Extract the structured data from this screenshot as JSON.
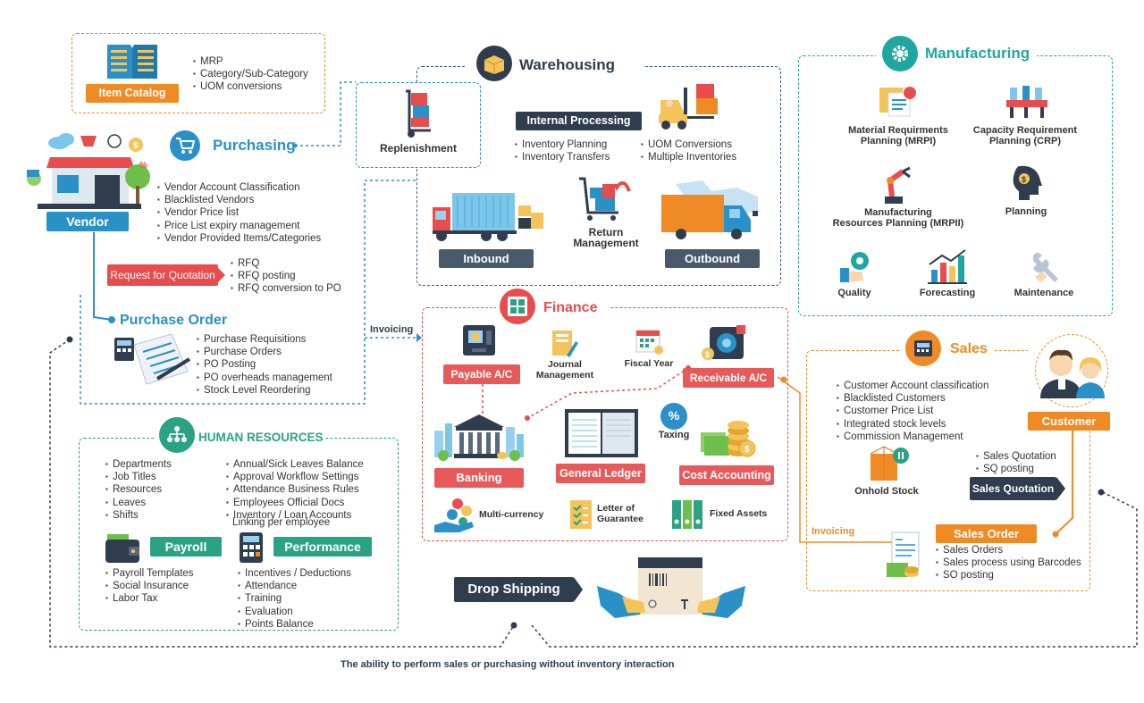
{
  "item_catalog": {
    "label": "Item Catalog",
    "bullets": [
      "MRP",
      "Category/Sub-Category",
      "UOM conversions"
    ]
  },
  "purchasing": {
    "title": "Purchasing",
    "vendor_label": "Vendor",
    "vendor_bullets": [
      "Vendor Account Classification",
      "Blacklisted Vendors",
      "Vendor Price list",
      "Price List expiry management",
      "Vendor Provided Items/Categories"
    ],
    "rfq_label": "Request for Quotation",
    "rfq_bullets": [
      "RFQ",
      "RFQ posting",
      "RFQ conversion to PO"
    ],
    "po_title": "Purchase Order",
    "po_bullets": [
      "Purchase Requisitions",
      "Purchase Orders",
      "PO Posting",
      "PO overheads management",
      "Stock Level Reordering"
    ]
  },
  "warehousing": {
    "title": "Warehousing",
    "replenishment": "Replenishment",
    "internal_processing": "Internal Processing",
    "ip_bullets_left": [
      "Inventory Planning",
      "Inventory Transfers"
    ],
    "ip_bullets_right": [
      "UOM Conversions",
      "Multiple Inventories"
    ],
    "inbound": "Inbound",
    "return_management": "Return\nManagement",
    "outbound": "Outbound"
  },
  "manufacturing": {
    "title": "Manufacturing",
    "items": [
      "Material Requirments\nPlanning (MRPI)",
      "Capacity Requirement\nPlanning (CRP)",
      "Manufacturing\nResources Planning (MRPII)",
      "Planning",
      "Quality",
      "Forecasting",
      "Maintenance"
    ]
  },
  "finance": {
    "title": "Finance",
    "invoicing": "Invoicing",
    "payable": "Payable A/C",
    "journal": "Journal\nManagement",
    "fiscal_year": "Fiscal Year",
    "receivable": "Receivable A/C",
    "banking": "Banking",
    "general_ledger": "General Ledger",
    "taxing": "Taxing",
    "cost_accounting": "Cost Accounting",
    "multi_currency": "Multi-currency",
    "letter_of_guarantee": "Letter of\nGuarantee",
    "fixed_assets": "Fixed Assets"
  },
  "hr": {
    "title": "HUMAN RESOURCES",
    "bullets_left": [
      "Departments",
      "Job Titles",
      "Resources",
      "Leaves",
      "Shifts"
    ],
    "bullets_right": [
      "Annual/Sick Leaves Balance",
      "Approval Workflow Settings",
      "Attendance Business Rules",
      "Employees Official Docs",
      "Inventory / Loan Accounts"
    ],
    "bullets_right_continuation": "Linking per employee",
    "payroll": "Payroll",
    "payroll_bullets": [
      "Payroll Templates",
      "Social Insurance",
      "Labor Tax"
    ],
    "performance": "Performance",
    "performance_bullets": [
      "Incentives / Deductions",
      "Attendance",
      "Training",
      "Evaluation",
      "Points Balance"
    ]
  },
  "sales": {
    "title": "Sales",
    "bullets": [
      "Customer Account classification",
      "Blacklisted Customers",
      "Customer Price List",
      "Integrated stock levels",
      "Commission Management"
    ],
    "customer": "Customer",
    "onhold_stock": "Onhold Stock",
    "quotation_bullets": [
      "Sales Quotation",
      "SQ posting"
    ],
    "sales_quotation": "Sales Quotation",
    "invoicing": "Invoicing",
    "sales_order": "Sales Order",
    "so_bullets": [
      "Sales Orders",
      "Sales process using Barcodes",
      "SO posting"
    ]
  },
  "drop_shipping": {
    "label": "Drop Shipping",
    "caption": "The ability to perform sales or purchasing without inventory interaction"
  },
  "colors": {
    "navy": "#2f3d4e",
    "blue": "#2a90c8",
    "orange": "#f08a24",
    "red": "#e84c4c",
    "green": "#2aa385",
    "teal": "#20a6a0"
  }
}
